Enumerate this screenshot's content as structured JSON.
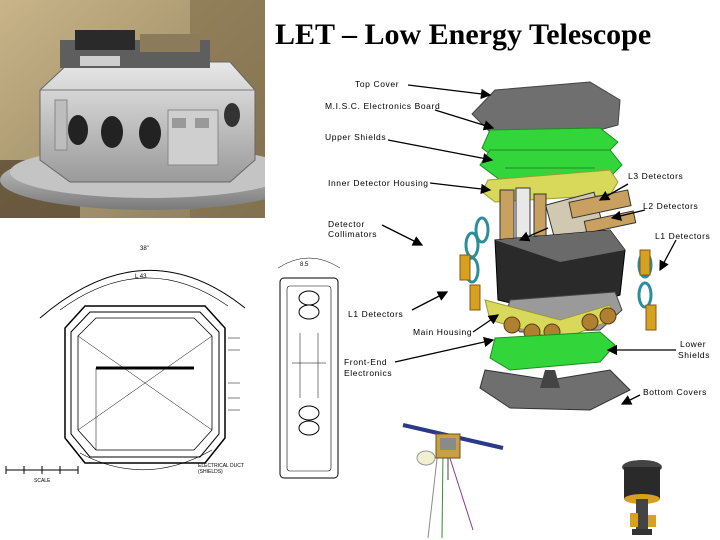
{
  "title": "LET – Low Energy Telescope",
  "labels": {
    "top_cover": "Top Cover",
    "misc_board": "M.I.S.C. Electronics Board",
    "upper_shields": "Upper Shields",
    "inner_detector_housing": "Inner Detector Housing",
    "l3_detectors": "L3 Detectors",
    "l2_detectors": "L2 Detectors",
    "detector_collimators_1": "Detector",
    "detector_collimators_2": "Collimators",
    "l1_detectors_right": "L1 Detectors",
    "l1_detectors_left": "L1 Detectors",
    "main_housing": "Main Housing",
    "lower_shields_1": "Lower",
    "lower_shields_2": "Shields",
    "front_end_1": "Front-End",
    "front_end_2": "Electronics",
    "bottom_covers": "Bottom Covers"
  },
  "drawing_text": {
    "scale": "SCALE",
    "section": "ELECTRICAL DUCT (SHIELDS)"
  },
  "colors": {
    "cover_gray": "#6f6f6f",
    "shield_green": "#33d63a",
    "detector_yellow": "#d8d85a",
    "housing_black": "#2a2a2a",
    "collimator_teal": "#2a8f9a",
    "frontend_orange": "#d8a020",
    "photo_bg": "#b8a47a"
  },
  "icons": {
    "top_cover": "hexagon-plate-icon",
    "exploded_assembly": "exploded-telescope-icon",
    "spacecraft": "spacecraft-icon"
  }
}
